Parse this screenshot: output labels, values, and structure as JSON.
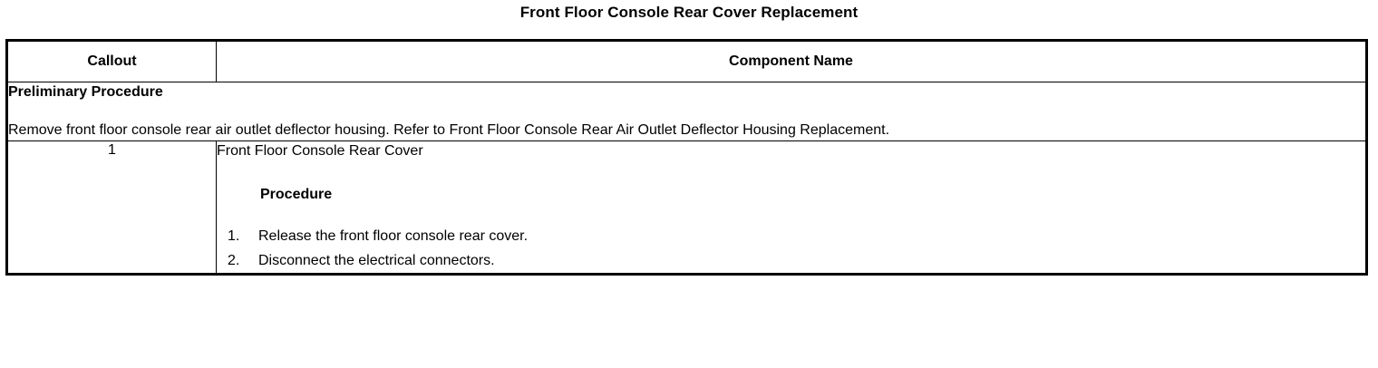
{
  "document": {
    "title": "Front Floor Console Rear Cover Replacement"
  },
  "table": {
    "headers": {
      "callout": "Callout",
      "component_name": "Component Name"
    },
    "preliminary": {
      "heading": "Preliminary Procedure",
      "body": "Remove front floor console rear air outlet deflector housing. Refer to Front Floor Console Rear Air Outlet Deflector Housing Replacement."
    },
    "rows": [
      {
        "callout": "1",
        "component_name": "Front Floor Console Rear Cover",
        "procedure_heading": "Procedure",
        "steps": [
          {
            "number": "1.",
            "text": "Release the front floor console rear cover."
          },
          {
            "number": "2.",
            "text": "Disconnect the electrical connectors."
          }
        ]
      }
    ]
  }
}
